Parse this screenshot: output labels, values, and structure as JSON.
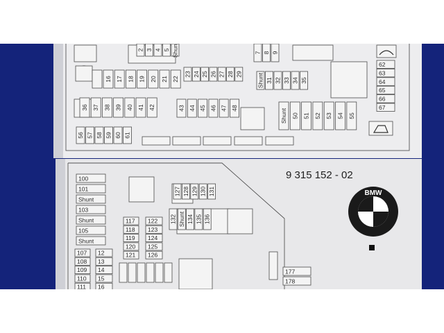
{
  "colors": {
    "backdrop": "#14237a",
    "paper": "#eeeef0",
    "ink": "#2b2b2b"
  },
  "part_number": "9 315 152 - 02",
  "logo_text": "BMW",
  "top_panel": {
    "row_top_a": [
      "2",
      "3",
      "4",
      "5",
      "Shunt"
    ],
    "row_top_b": [
      "7",
      "8",
      "9"
    ],
    "col_right": [
      "62",
      "63",
      "64",
      "65",
      "66",
      "67"
    ],
    "group_16": [
      "16",
      "17",
      "18",
      "19",
      "20",
      "21",
      "22"
    ],
    "group_23": [
      "23",
      "24",
      "25",
      "26",
      "27",
      "28",
      "29"
    ],
    "group_30": [
      "Shunt",
      "31",
      "32",
      "33",
      "34",
      "35"
    ],
    "group_36": [
      "36",
      "37",
      "38",
      "39",
      "40",
      "41",
      "42"
    ],
    "group_43": [
      "43",
      "44",
      "45",
      "46",
      "47",
      "48"
    ],
    "group_50": [
      "Shunt",
      "50",
      "51",
      "52",
      "53",
      "54",
      "55"
    ],
    "group_56": [
      "56",
      "57",
      "58",
      "59",
      "60",
      "61"
    ]
  },
  "bottom_panel": {
    "left_list": [
      "100",
      "101",
      "Shunt",
      "103",
      "Shunt",
      "105",
      "Shunt"
    ],
    "pairs_left": [
      "107",
      "12",
      "108",
      "13",
      "109",
      "14",
      "110",
      "15",
      "111",
      "16"
    ],
    "group_117": [
      "117",
      "118",
      "119",
      "120",
      "121"
    ],
    "group_122": [
      "122",
      "123",
      "124",
      "125",
      "126"
    ],
    "group_127": [
      "127",
      "128",
      "129",
      "130",
      "131"
    ],
    "group_132": [
      "132",
      "Shunt",
      "134",
      "135",
      "136"
    ],
    "bottom_right": [
      "177",
      "178"
    ]
  }
}
